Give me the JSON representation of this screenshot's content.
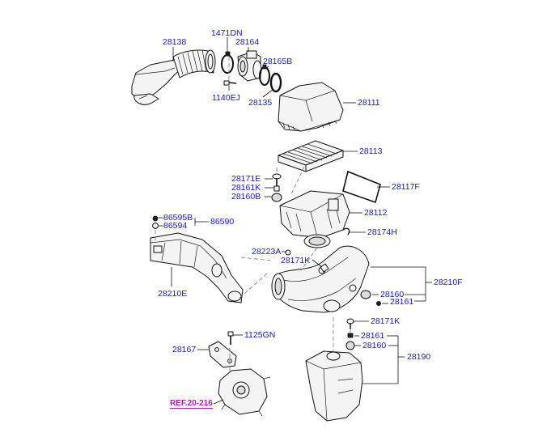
{
  "labels": {
    "l28138": "28138",
    "l1471DN": "1471DN",
    "l28164": "28164",
    "l28165B": "28165B",
    "l1140EJ": "1140EJ",
    "l28135": "28135",
    "l28111": "28111",
    "l28113": "28113",
    "l28171E": "28171E",
    "l28161K": "28161K",
    "l28160B": "28160B",
    "l28117F": "28117F",
    "l28112": "28112",
    "l86595B": "86595B",
    "l86590": "86590",
    "l86594": "86594",
    "l28174H": "28174H",
    "l28223A": "28223A",
    "l28171K_a": "28171K",
    "l28210F": "28210F",
    "l28210E": "28210E",
    "l28160_a": "28160",
    "l28161_a": "28161",
    "l28171K_b": "28171K",
    "l1125GN": "1125GN",
    "l28167": "28167",
    "l28161_b": "28161",
    "l28160_b": "28160",
    "l28190": "28190",
    "ref": "REF.20-216"
  },
  "colors": {
    "label": "#1a1ab0",
    "reference": "#b01bb0",
    "line_art": "#111111"
  }
}
